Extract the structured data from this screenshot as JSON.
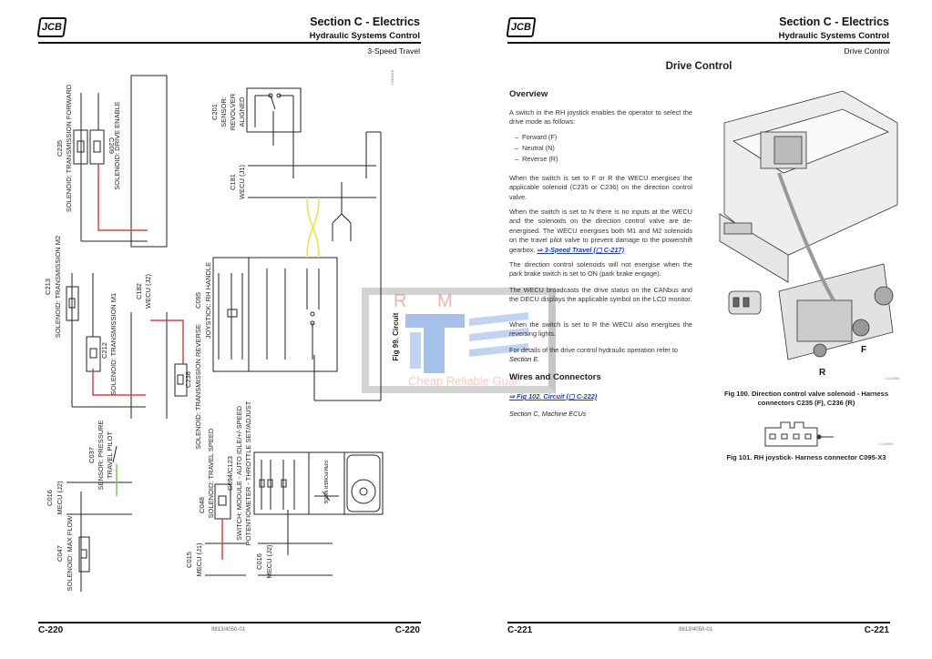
{
  "left_page": {
    "logo": "JCB",
    "section": "Section C - Electrics",
    "subsection": "Hydraulic Systems Control",
    "topic": "3-Speed Travel",
    "page_number": "C-220",
    "doc_number": "9813/4050-01",
    "figure_caption": "Fig 99. Circuit",
    "figure_id": "C181818",
    "components": {
      "c235_id": "C235",
      "c235_label": "SOLENOID: TRANSMISSION FORWARD",
      "c209_id": "C209",
      "c209_label": "SOLENOID: DRIVE ENABLE",
      "c201_id": "C201",
      "c201_l1": "SENSOR:",
      "c201_l2": "REVOLVER",
      "c201_l3": "ALIGNED",
      "c181_id": "C181",
      "c181_label": "WECU (J1)",
      "c213_id": "C213",
      "c213_label": "SOLENOID: TRANSMISSION M2",
      "c212_id": "C212",
      "c212_label": "SOLENOID: TRANSMISSION M1",
      "c182_id": "C182",
      "c182_label": "WECU (J2)",
      "c095_id": "C095",
      "c095_label": "JOYSTICK: RH HANDLE",
      "c236_id": "C236",
      "c236_label": "SOLENOID: TRANSMISSION REVERSE",
      "c037_id": "C037",
      "c037_l1": "SENSOR: PRESSURE",
      "c037_l2": "TRAVEL PILOT",
      "c016a_id": "C016",
      "c016a_label": "MECU (J2)",
      "c047_id": "C047",
      "c047_label": "SOLENOID: MAX FLOW",
      "c048_id": "C048",
      "c048_label": "SOLENOID: TRAVEL SPEED",
      "c094_id": "C094/C123",
      "c094_l1": "SWITCH: MODULE - AUTO IDLE/+/-SPEED",
      "c094_l2": "POTENTIOMETER - THROTTLE SET/ADJUST",
      "c015_id": "C015",
      "c015_label": "MECU (J1)",
      "c016b_id": "C016",
      "c016b_label": "MECU (J2)",
      "rpm_mode": "RPM/POWER MODE"
    },
    "wire_colors": {
      "red": "#d9404a",
      "yellow": "#e8e04a",
      "black": "#222222",
      "green": "#7fbf5f"
    }
  },
  "right_page": {
    "logo": "JCB",
    "section": "Section C - Electrics",
    "subsection": "Hydraulic Systems Control",
    "topic": "Drive Control",
    "title": "Drive Control",
    "page_number": "C-221",
    "doc_number": "9813/4050-01",
    "overview_heading": "Overview",
    "p1": "A switch in the RH joystick enables the operator to select the drive mode as follows:",
    "list": [
      "Forward (F)",
      "Neutral (N)",
      "Reverse (R)"
    ],
    "p2": "When the switch is set to F or R the WECU energises the applicable solenoid (C235 or C236) on the direction control valve.",
    "p3": "When the switch is set to N there is no inputs at the WECU and the solenoids on the direction control valve are de-energised. The WECU energises both M1 and M2 solenoids on the travel pilot valve to prevent damage to the powershift gearbox.",
    "p3_link": "⇨ 3-Speed Travel (▢ C-217)",
    "p4": "The direction control solenoids will not energise when the park brake switch is set to ON (park brake engage).",
    "p5": "The WECU broadcasts the drive status on the CANbus and the DECU displays the applicable symbol on the LCD monitor.",
    "p6": "When the switch is set to R the WECU also energises the reversing lights.",
    "p7": "For details of the drive control hydraulic operation refer to",
    "p7_ref": "Section E.",
    "wires_heading": "Wires and Connectors",
    "wires_link": "⇨ Fig 102. Circuit (▢ C-222)",
    "wires_ref": "Section C, Machine ECUs",
    "fig100_caption": "Fig 100. Direction control valve solenoid - Harness connectors C235 (F), C236 (R)",
    "fig101_caption": "Fig 101. RH joystick- Harness connector C095-X3",
    "fig_label_f": "F",
    "fig_label_r": "R",
    "fig100_id": "C126696",
    "fig101_id": "C126697"
  },
  "watermark": {
    "letters": "R M",
    "tagline": "Cheap Reliable Guar"
  }
}
